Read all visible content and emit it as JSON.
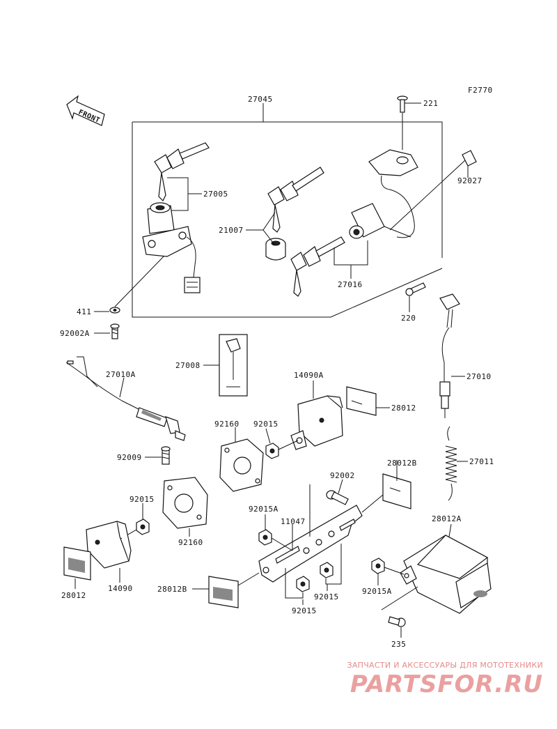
{
  "figure_code": "F2770",
  "front_label": "FRONT",
  "labels": {
    "p27045": "27045",
    "p221": "221",
    "p27005": "27005",
    "p92027": "92027",
    "p21007": "21007",
    "p27016": "27016",
    "p411": "411",
    "p220": "220",
    "p92002A": "92002A",
    "p27008": "27008",
    "p27010A": "27010A",
    "p14090A": "14090A",
    "p27010": "27010",
    "p28012a": "28012",
    "p92160a": "92160",
    "p92015a": "92015",
    "p92009": "92009",
    "p27011": "27011",
    "p28012B_top": "28012B",
    "p92002": "92002",
    "p92015b": "92015",
    "p92015A_mid": "92015A",
    "p11047": "11047",
    "p28012A": "28012A",
    "p92160b": "92160",
    "p28012b": "28012",
    "p14090": "14090",
    "p28012B_bot": "28012B",
    "p92015c": "92015",
    "p92015d": "92015",
    "p92015A_bot": "92015A",
    "p235": "235"
  },
  "watermark": {
    "line1": "ЗАПЧАСТИ И АКСЕССУАРЫ ДЛЯ МОТОТЕХНИКИ",
    "line2": "PARTSFOR.RU"
  }
}
